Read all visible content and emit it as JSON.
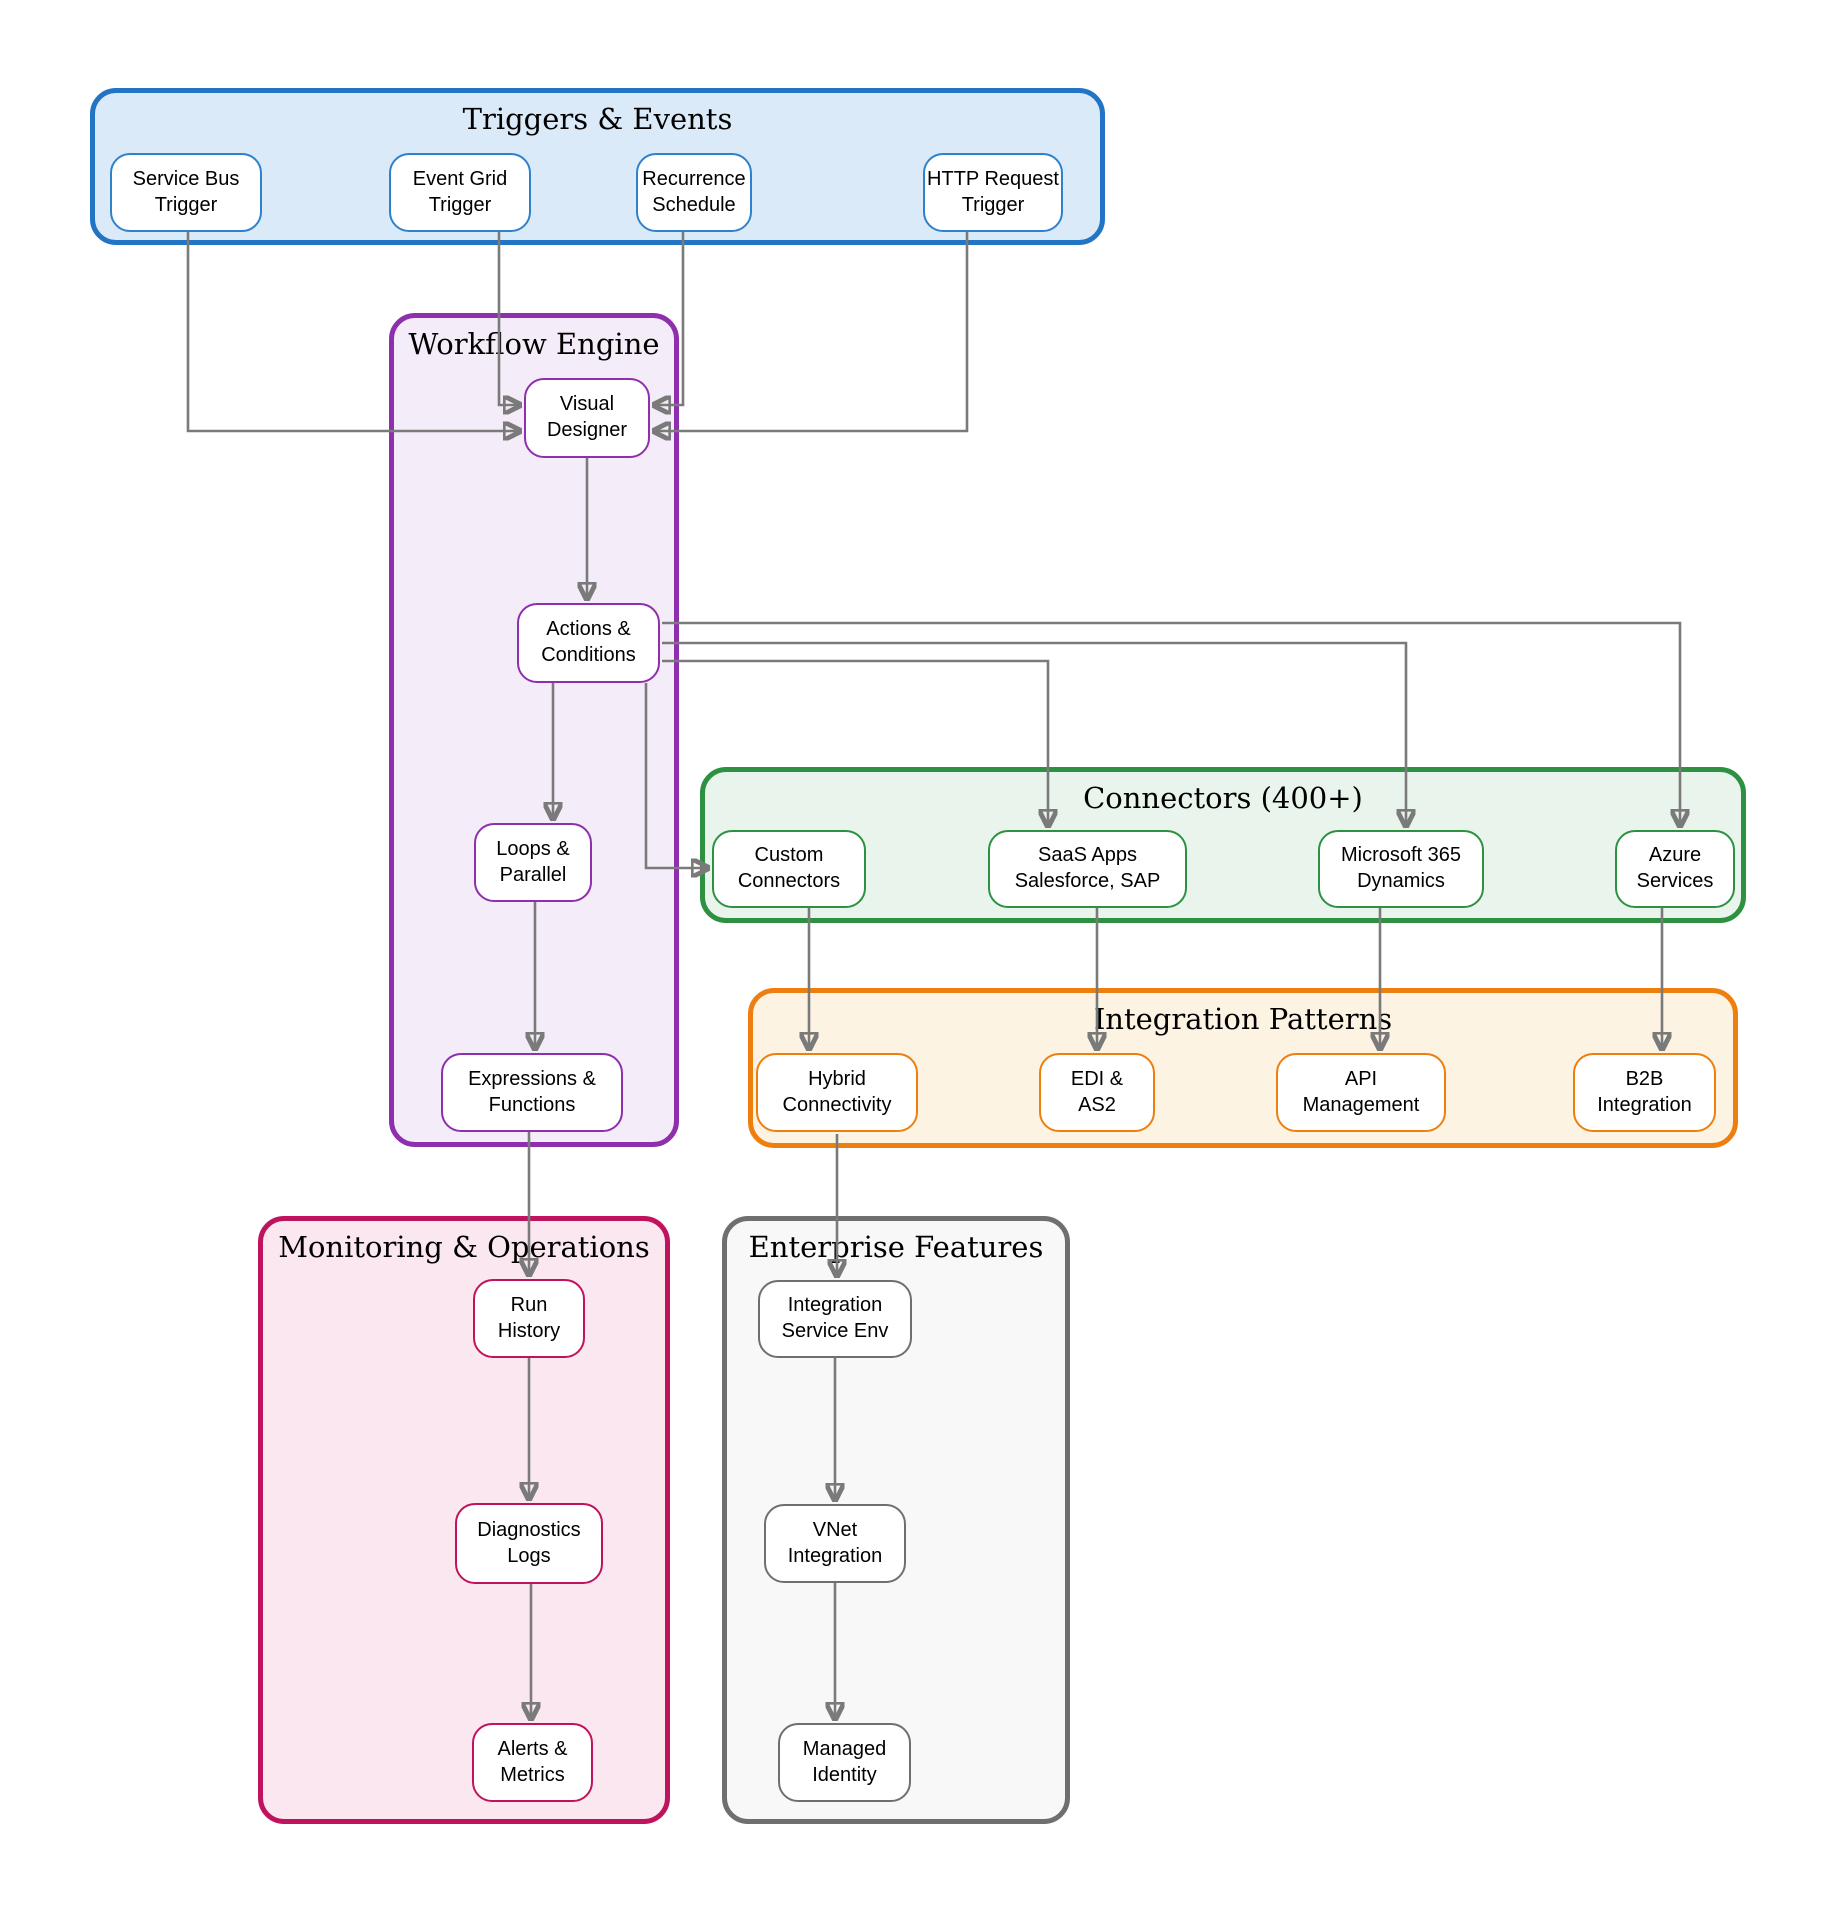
{
  "diagram_type": "flowchart",
  "edge_color": "#7a7a7a",
  "clusters": {
    "triggers": {
      "title": "Triggers & Events",
      "border_color": "#2274c5",
      "fill_color": "#dbeaf8"
    },
    "workflow": {
      "title": "Workflow Engine",
      "border_color": "#8e2fad",
      "fill_color": "#f5ecf9"
    },
    "connectors": {
      "title": "Connectors (400+)",
      "border_color": "#2e9142",
      "fill_color": "#e9f5ec"
    },
    "patterns": {
      "title": "Integration Patterns",
      "border_color": "#ee7f0e",
      "fill_color": "#fdf3e3"
    },
    "monitoring": {
      "title": "Monitoring & Operations",
      "border_color": "#c0135e",
      "fill_color": "#fbe7f0"
    },
    "enterprise": {
      "title": "Enterprise Features",
      "border_color": "#6f6f6f",
      "fill_color": "#f8f8f8"
    }
  },
  "nodes": {
    "service_bus_trigger": {
      "label": "Service Bus\nTrigger",
      "cluster": "triggers"
    },
    "event_grid_trigger": {
      "label": "Event Grid\nTrigger",
      "cluster": "triggers"
    },
    "recurrence_schedule": {
      "label": "Recurrence\nSchedule",
      "cluster": "triggers"
    },
    "http_request_trigger": {
      "label": "HTTP Request\nTrigger",
      "cluster": "triggers"
    },
    "visual_designer": {
      "label": "Visual\nDesigner",
      "cluster": "workflow"
    },
    "actions_conditions": {
      "label": "Actions &\nConditions",
      "cluster": "workflow"
    },
    "loops_parallel": {
      "label": "Loops &\nParallel",
      "cluster": "workflow"
    },
    "expressions_functions": {
      "label": "Expressions &\nFunctions",
      "cluster": "workflow"
    },
    "custom_connectors": {
      "label": "Custom\nConnectors",
      "cluster": "connectors"
    },
    "saas_apps": {
      "label": "SaaS Apps\nSalesforce, SAP",
      "cluster": "connectors"
    },
    "microsoft_365": {
      "label": "Microsoft 365\nDynamics",
      "cluster": "connectors"
    },
    "azure_services": {
      "label": "Azure\nServices",
      "cluster": "connectors"
    },
    "hybrid_connectivity": {
      "label": "Hybrid\nConnectivity",
      "cluster": "patterns"
    },
    "edi_as2": {
      "label": "EDI &\nAS2",
      "cluster": "patterns"
    },
    "api_management": {
      "label": "API\nManagement",
      "cluster": "patterns"
    },
    "b2b_integration": {
      "label": "B2B\nIntegration",
      "cluster": "patterns"
    },
    "run_history": {
      "label": "Run\nHistory",
      "cluster": "monitoring"
    },
    "diagnostics_logs": {
      "label": "Diagnostics\nLogs",
      "cluster": "monitoring"
    },
    "alerts_metrics": {
      "label": "Alerts &\nMetrics",
      "cluster": "monitoring"
    },
    "integration_service_env": {
      "label": "Integration\nService Env",
      "cluster": "enterprise"
    },
    "vnet_integration": {
      "label": "VNet\nIntegration",
      "cluster": "enterprise"
    },
    "managed_identity": {
      "label": "Managed\nIdentity",
      "cluster": "enterprise"
    }
  },
  "edges": [
    {
      "from": "service_bus_trigger",
      "to": "visual_designer"
    },
    {
      "from": "event_grid_trigger",
      "to": "visual_designer"
    },
    {
      "from": "recurrence_schedule",
      "to": "visual_designer"
    },
    {
      "from": "http_request_trigger",
      "to": "visual_designer"
    },
    {
      "from": "visual_designer",
      "to": "actions_conditions"
    },
    {
      "from": "actions_conditions",
      "to": "loops_parallel"
    },
    {
      "from": "actions_conditions",
      "to": "custom_connectors"
    },
    {
      "from": "actions_conditions",
      "to": "saas_apps"
    },
    {
      "from": "actions_conditions",
      "to": "microsoft_365"
    },
    {
      "from": "actions_conditions",
      "to": "azure_services"
    },
    {
      "from": "loops_parallel",
      "to": "expressions_functions"
    },
    {
      "from": "expressions_functions",
      "to": "run_history"
    },
    {
      "from": "run_history",
      "to": "diagnostics_logs"
    },
    {
      "from": "diagnostics_logs",
      "to": "alerts_metrics"
    },
    {
      "from": "custom_connectors",
      "to": "hybrid_connectivity"
    },
    {
      "from": "saas_apps",
      "to": "edi_as2"
    },
    {
      "from": "microsoft_365",
      "to": "api_management"
    },
    {
      "from": "azure_services",
      "to": "b2b_integration"
    },
    {
      "from": "hybrid_connectivity",
      "to": "integration_service_env"
    },
    {
      "from": "integration_service_env",
      "to": "vnet_integration"
    },
    {
      "from": "vnet_integration",
      "to": "managed_identity"
    }
  ]
}
